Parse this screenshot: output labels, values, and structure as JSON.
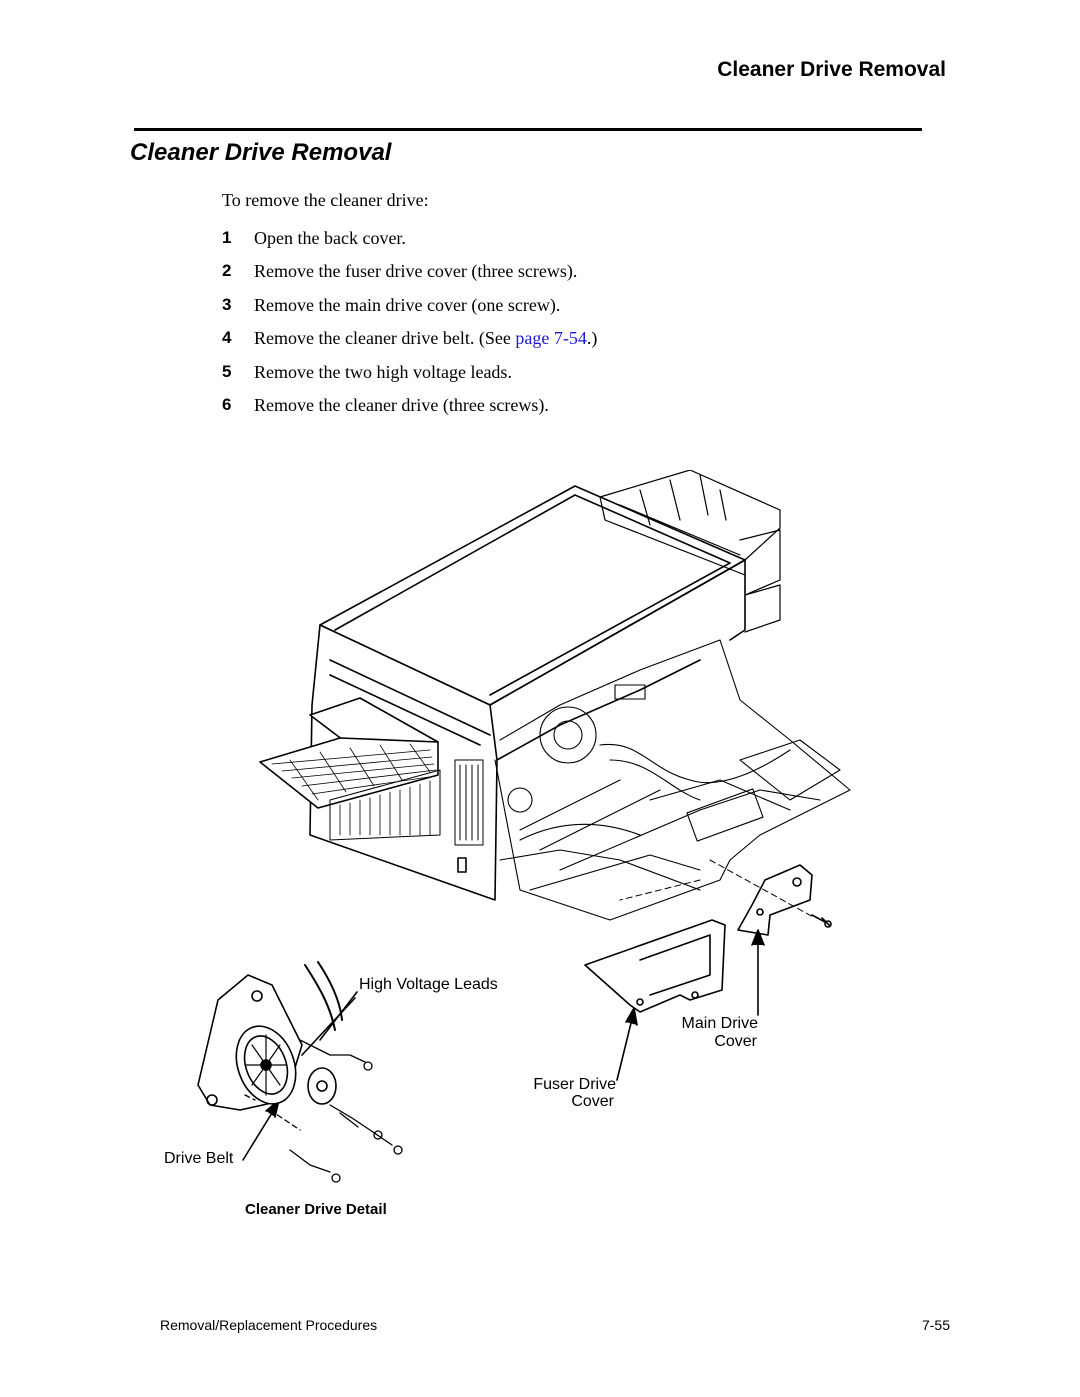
{
  "header": {
    "running_title": "Cleaner Drive Removal"
  },
  "section": {
    "title": "Cleaner Drive Removal"
  },
  "intro": "To remove the cleaner drive:",
  "steps": [
    {
      "num": "1",
      "text": "Open the back cover."
    },
    {
      "num": "2",
      "text": "Remove the fuser drive cover (three screws)."
    },
    {
      "num": "3",
      "text": "Remove the main drive cover (one screw)."
    },
    {
      "num": "4",
      "text": "Remove the cleaner drive belt. (See ",
      "link": "page 7-54",
      "after": ".)"
    },
    {
      "num": "5",
      "text": "Remove the two high voltage leads."
    },
    {
      "num": "6",
      "text": "Remove the cleaner drive (three screws)."
    }
  ],
  "figure": {
    "labels": {
      "high_voltage_leads": "High Voltage Leads",
      "main_drive_1": "Main Drive",
      "main_drive_2": "Cover",
      "fuser_drive_1": "Fuser Drive",
      "fuser_drive_2": "Cover",
      "drive_belt": "Drive Belt"
    },
    "caption": "Cleaner Drive Detail"
  },
  "footer": {
    "left": "Removal/Replacement Procedures",
    "right": "7-55"
  },
  "colors": {
    "link": "#1a1ad0",
    "text": "#000000"
  }
}
